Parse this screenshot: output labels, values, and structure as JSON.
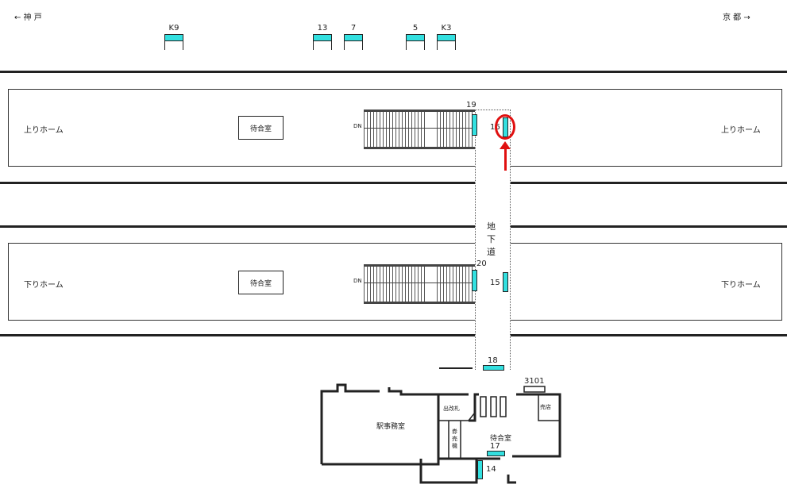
{
  "directions": {
    "left": "← 神 戸",
    "right": "京 都 →"
  },
  "signs": [
    "K9",
    "13",
    "7",
    "5",
    "K3"
  ],
  "platforms": {
    "up": {
      "label": "上りホーム",
      "waiting": "待合室",
      "stair_dn": "DN",
      "sign_stair": "19",
      "sign_target": "16"
    },
    "down": {
      "label": "下りホーム",
      "waiting": "待合室",
      "stair_dn": "DN",
      "sign_stair": "20",
      "sign_other": "15"
    }
  },
  "underpass": "地下道",
  "station": {
    "sign_passage": "18",
    "kiosk_sign": "3101",
    "office": "駅事務室",
    "ticket_gate": "出改札",
    "ticket_machine": "券売機",
    "waiting": "待合室",
    "shop": "売店",
    "sign_waiting": "17",
    "sign_exit": "14"
  },
  "colors": {
    "sign": "#33e0e0",
    "highlight": "#e01010"
  }
}
